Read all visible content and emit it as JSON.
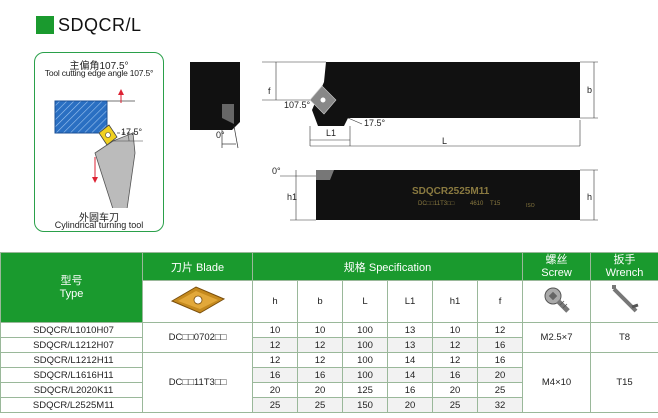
{
  "title": "SDQCR/L",
  "angle_box": {
    "angle_cn": "主偏角107.5°",
    "angle_en": "Tool cutting edge angle 107.5°",
    "angle_label": "17.5°",
    "turning_cn": "外圆车刀",
    "turning_en": "Cylindrical turning tool"
  },
  "drawing": {
    "side_angle": "0°",
    "dim_f": "f",
    "dim_b": "b",
    "angle_1075": "107.5°",
    "angle_175": "17.5°",
    "dim_L1": "L1",
    "dim_L": "L",
    "side2_angle": "0°",
    "dim_h1": "h1",
    "dim_h": "h",
    "shank_text": "SDQCR2525M11",
    "shank_sub1": "DC□□11T3□□",
    "shank_sub2": "4610",
    "shank_sub3": "T15",
    "shank_sub4": "ISO"
  },
  "table": {
    "type_cn": "型号",
    "type_en": "Type",
    "blade_header": "刀片 Blade",
    "spec_header": "规格 Specification",
    "screw_cn": "螺丝",
    "screw_en": "Screw",
    "wrench_cn": "扳手",
    "wrench_en": "Wrench",
    "columns": [
      "h",
      "b",
      "L",
      "L1",
      "h1",
      "f"
    ],
    "blades": [
      "DC□□0702□□",
      "DC□□11T3□□"
    ],
    "screws": [
      "M2.5×7",
      "M4×10"
    ],
    "wrenches": [
      "T8",
      "T15"
    ],
    "rows": [
      {
        "model": "SDQCR/L1010H07",
        "h": "10",
        "b": "10",
        "L": "100",
        "L1": "13",
        "h1": "10",
        "f": "12"
      },
      {
        "model": "SDQCR/L1212H07",
        "h": "12",
        "b": "12",
        "L": "100",
        "L1": "13",
        "h1": "12",
        "f": "16"
      },
      {
        "model": "SDQCR/L1212H11",
        "h": "12",
        "b": "12",
        "L": "100",
        "L1": "14",
        "h1": "12",
        "f": "16"
      },
      {
        "model": "SDQCR/L1616H11",
        "h": "16",
        "b": "16",
        "L": "100",
        "L1": "14",
        "h1": "16",
        "f": "20"
      },
      {
        "model": "SDQCR/L2020K11",
        "h": "20",
        "b": "20",
        "L": "125",
        "L1": "16",
        "h1": "20",
        "f": "25"
      },
      {
        "model": "SDQCR/L2525M11",
        "h": "25",
        "b": "25",
        "L": "150",
        "L1": "20",
        "h1": "25",
        "f": "32"
      }
    ]
  }
}
